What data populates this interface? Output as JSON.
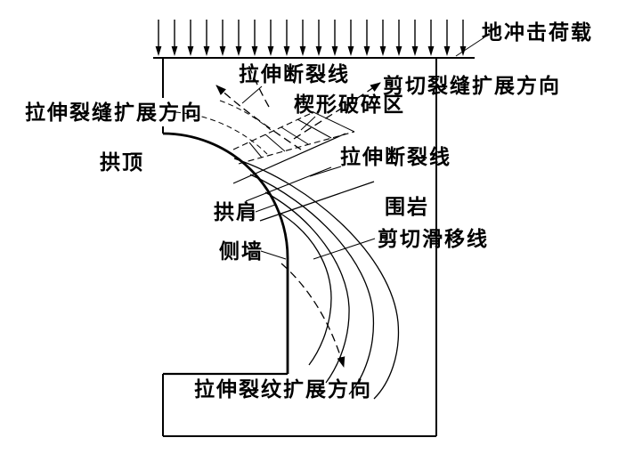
{
  "colors": {
    "ink": "#000000",
    "background": "#ffffff"
  },
  "labels": {
    "impact_load": "地冲击荷载",
    "tensile_fracture_line_upper": "拉伸断裂线",
    "shear_crack_growth_direction": "剪切裂缝扩展方向",
    "tensile_crack_growth_direction": "拉伸裂缝扩展方向",
    "wedge_crushed_zone": "楔形破碎区",
    "arch_crown": "拱顶",
    "tensile_fracture_line_inner": "拉伸断裂线",
    "arch_shoulder": "拱肩",
    "surrounding_rock": "围岩",
    "side_wall": "侧墙",
    "shear_slip_line": "剪切滑移线",
    "tensile_crack_propagation_direction": "拉伸裂纹扩展方向"
  }
}
